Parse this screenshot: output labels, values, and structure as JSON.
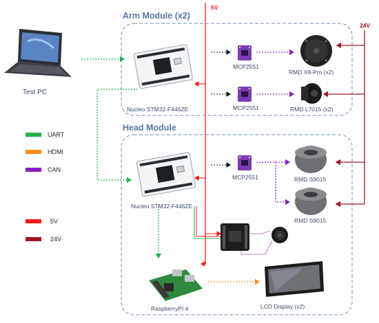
{
  "rails": {
    "v5": "5V",
    "v24": "24V"
  },
  "modules": {
    "arm_title": "Arm Module (x2)",
    "head_title": "Head Module"
  },
  "test_pc": {
    "label": "Test PC"
  },
  "arm": {
    "nucleo": "Nucleo STM32-F446ZE",
    "can1": "MCP2551",
    "can2": "MCP2551",
    "motor1": "RMD X8-Pro (x2)",
    "motor2": "RMD L7015 (x2)"
  },
  "head": {
    "nucleo": "Nucleo STM32-F446ZE",
    "can": "MCP2551",
    "motor1": "RMD S9015",
    "motor2": "RMD S9015",
    "rpi": "RaspberryPI 4",
    "lcd": "LCD Display (x2)"
  },
  "legend": {
    "uart": "UART",
    "hdmi": "HDMI",
    "can": "CAN",
    "v5": "5V",
    "v24": "24V"
  },
  "colors": {
    "uart": "#22b14c",
    "hdmi": "#ff8c1a",
    "can": "#8b1fc4",
    "v5": "#ff1a1a",
    "v24": "#a0141e",
    "module_border": "#6f8fc4"
  }
}
